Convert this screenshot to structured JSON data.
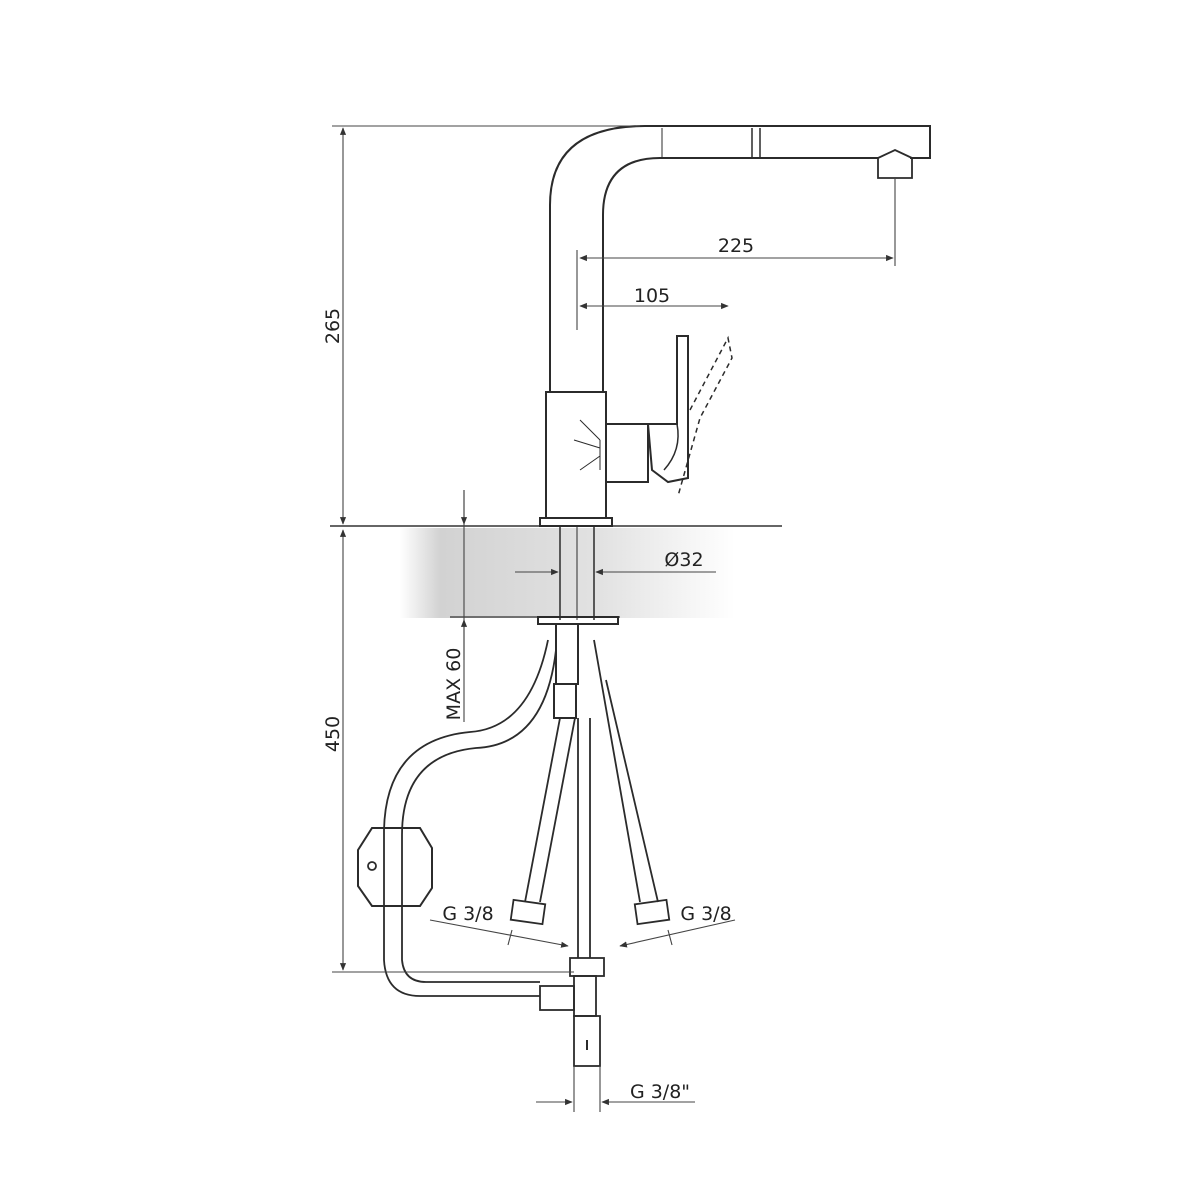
{
  "drawing": {
    "labels": {
      "height_above": "265",
      "height_below": "450",
      "reach": "225",
      "lever_reach": "105",
      "hole_diameter": "Ø32",
      "max_thickness": "MAX 60",
      "hose_left": "G 3/8",
      "hose_right": "G 3/8",
      "inlet": "G 3/8\""
    },
    "colors": {
      "line": "#2b2b2b",
      "dimension_line": "#444444",
      "countertop_shade": "#cfcfcf",
      "background": "#ffffff"
    }
  }
}
